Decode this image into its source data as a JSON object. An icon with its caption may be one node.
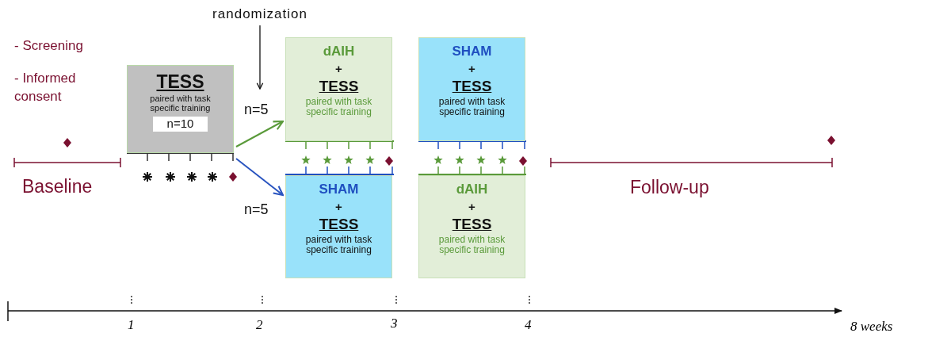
{
  "diagram": {
    "nodes": [
      {
        "text": [
          "TESS",
          "paired with task specific training",
          "n=10"
        ]
      },
      {
        "text": [
          "dAIH",
          "+",
          "TESS",
          "paired with task specific training"
        ]
      },
      {
        "text": [
          "SHAM",
          "+",
          "TESS",
          "paired with task specific training"
        ]
      },
      {
        "text": [
          "SHAM",
          "+",
          "TESS",
          "paired with task specific training"
        ]
      },
      {
        "text": [
          "dAIH",
          "+",
          "TESS",
          "paired with task specific training"
        ]
      },
      {
        "text": [
          "randomization"
        ]
      }
    ],
    "edges": [
      {
        "from": 0,
        "to": 1,
        "arrow": "to",
        "label": "n=5",
        "color": "#5a9a3a"
      },
      {
        "from": 0,
        "to": 2,
        "arrow": "to",
        "label": "n=5",
        "color": "#2a55c0"
      },
      {
        "from": 5,
        "to": null,
        "arrow": "to",
        "color": "#111111"
      }
    ],
    "labels": [
      "- Screening",
      "- Informed consent",
      "Baseline",
      "Follow-up",
      "1",
      "2",
      "3",
      "4",
      "8 weeks"
    ]
  }
}
